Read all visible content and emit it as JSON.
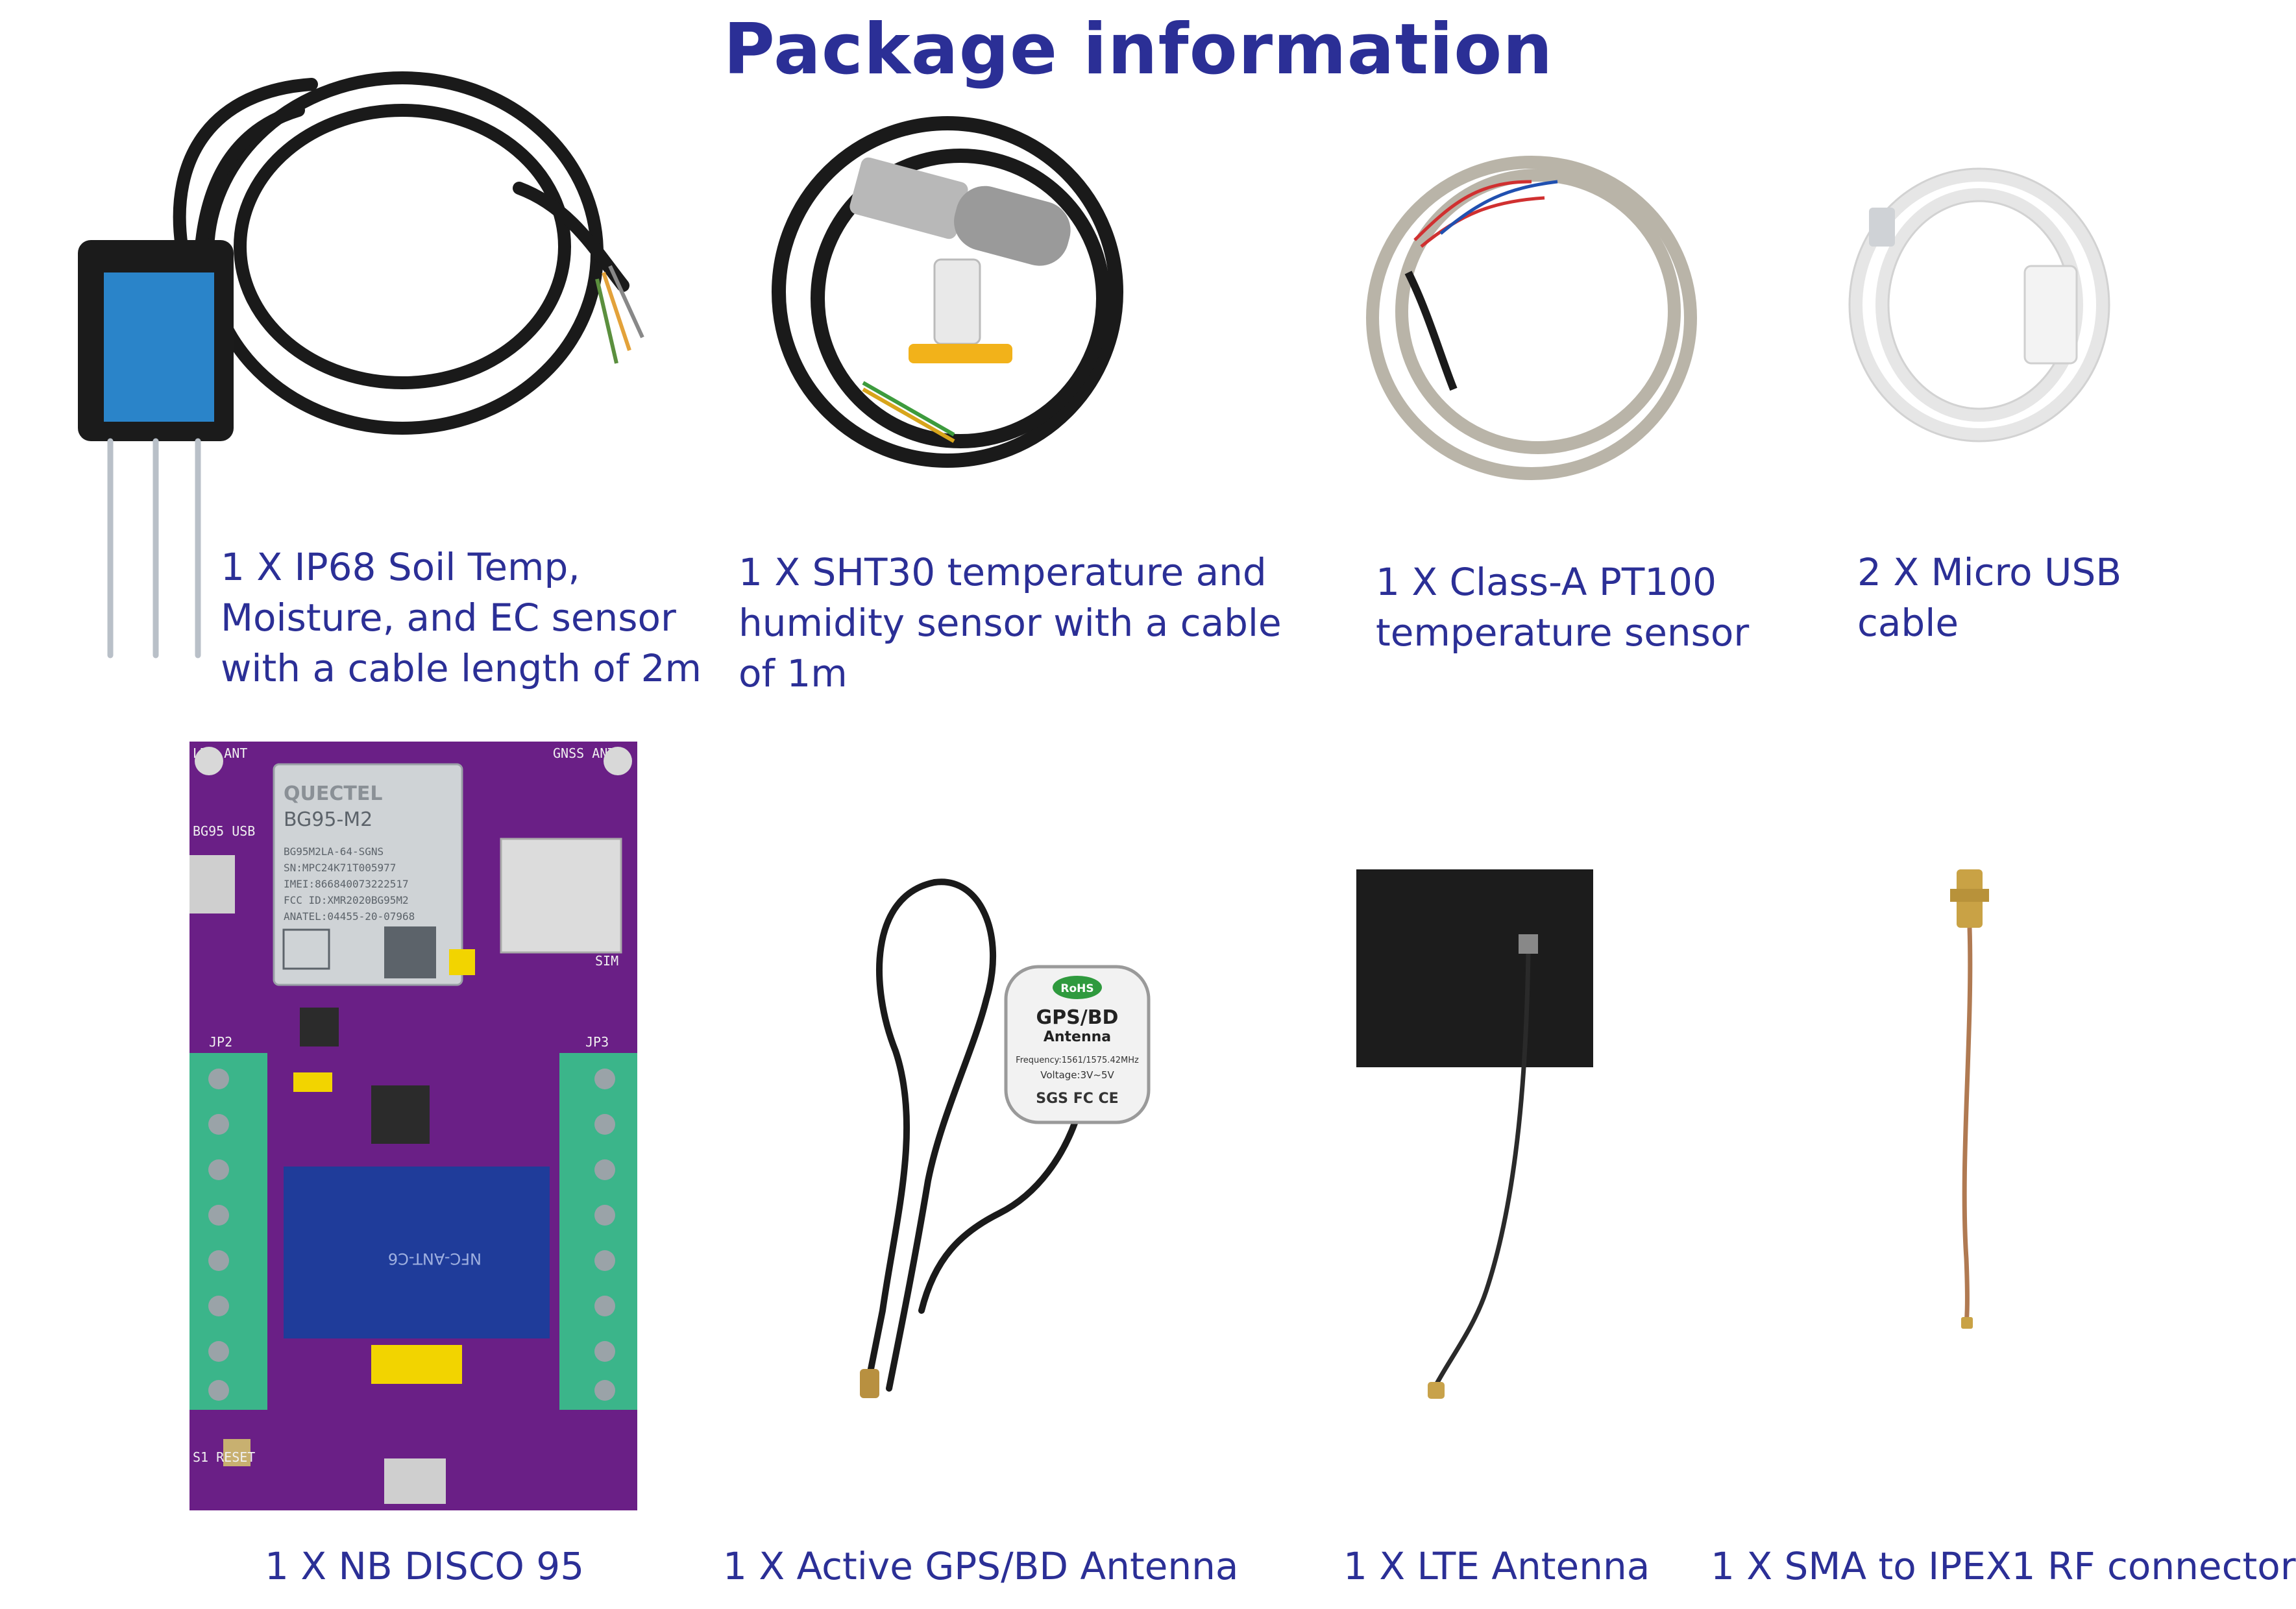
{
  "title": "Package information",
  "items": [
    {
      "lines": [
        "1 X IP68 Soil Temp,",
        "Moisture, and EC sensor",
        "with a cable length of 2m"
      ]
    },
    {
      "lines": [
        "1 X SHT30 temperature and",
        "humidity sensor with a cable",
        "of 1m"
      ]
    },
    {
      "lines": [
        "1 X Class-A PT100",
        "temperature sensor"
      ]
    },
    {
      "lines": [
        "2 X Micro USB",
        "cable"
      ]
    },
    {
      "lines": [
        "1 X NB DISCO 95"
      ]
    },
    {
      "lines": [
        "1 X Active GPS/BD Antenna"
      ]
    },
    {
      "lines": [
        "1 X LTE Antenna"
      ]
    },
    {
      "lines": [
        "1 X SMA to IPEX1 RF connector"
      ]
    }
  ],
  "board": {
    "module_brand": "QUECTEL",
    "module_model": "BG95-M2",
    "module_lines": [
      "BG95M2LA-64-SGNS",
      "SN:MPC24K71T005977",
      "IMEI:866840073222517",
      "FCC ID:XMR2020BG95M2",
      "ANATEL:04455-20-07968"
    ],
    "nfc_label": "NFC-ANT-C6",
    "labels": [
      "LTE ANT",
      "GNSS ANT",
      "BG95 USB",
      "SIM",
      "JP2",
      "JP3",
      "S1 RESET"
    ]
  },
  "gps_antenna": {
    "badge": "RoHS",
    "title": "GPS/BD",
    "subtitle": "Antenna",
    "freq": "Frequency:1561/1575.42MHz",
    "voltage": "Voltage:3V~5V",
    "marks": "SGS  FC  CE"
  },
  "colors": {
    "title": "#2b2f96",
    "caption": "#2b2f96",
    "board": "#6a1f86",
    "terminal": "#3bb58a",
    "nfc": "#1f3c9a",
    "cable_black": "#1a1a1a",
    "cable_white": "#eeeeee"
  }
}
